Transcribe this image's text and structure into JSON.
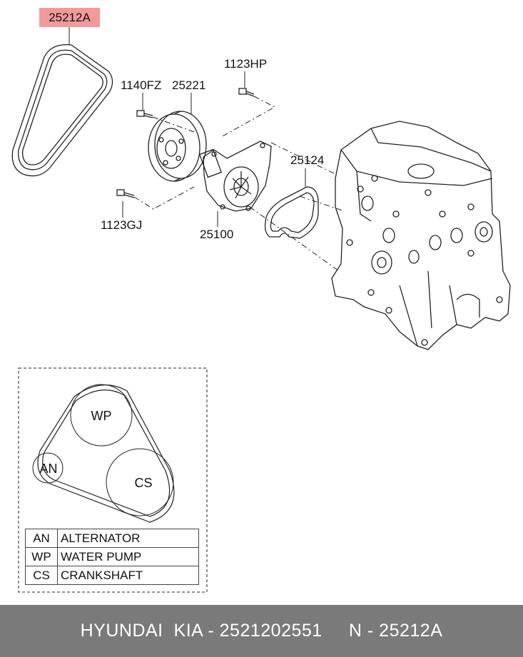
{
  "callouts": {
    "belt": "25212A",
    "bolt_top_right": "1123HP",
    "bolt_pulley": "1140FZ",
    "pulley": "25221",
    "bolt_bottom": "1123GJ",
    "gasket": "25124",
    "water_pump": "25100"
  },
  "belt_routing": {
    "pulleys": [
      "WP",
      "AN",
      "CS"
    ]
  },
  "legend": [
    {
      "code": "AN",
      "name": "ALTERNATOR"
    },
    {
      "code": "WP",
      "name": "WATER PUMP"
    },
    {
      "code": "CS",
      "name": "CRANKSHAFT"
    }
  ],
  "footer": {
    "text": "HYUNDAI  KIA - 2521202551     N - 25212A"
  },
  "colors": {
    "highlight": "#f29a9a",
    "footer_bg": "#7a7a7a",
    "line": "#222222"
  }
}
